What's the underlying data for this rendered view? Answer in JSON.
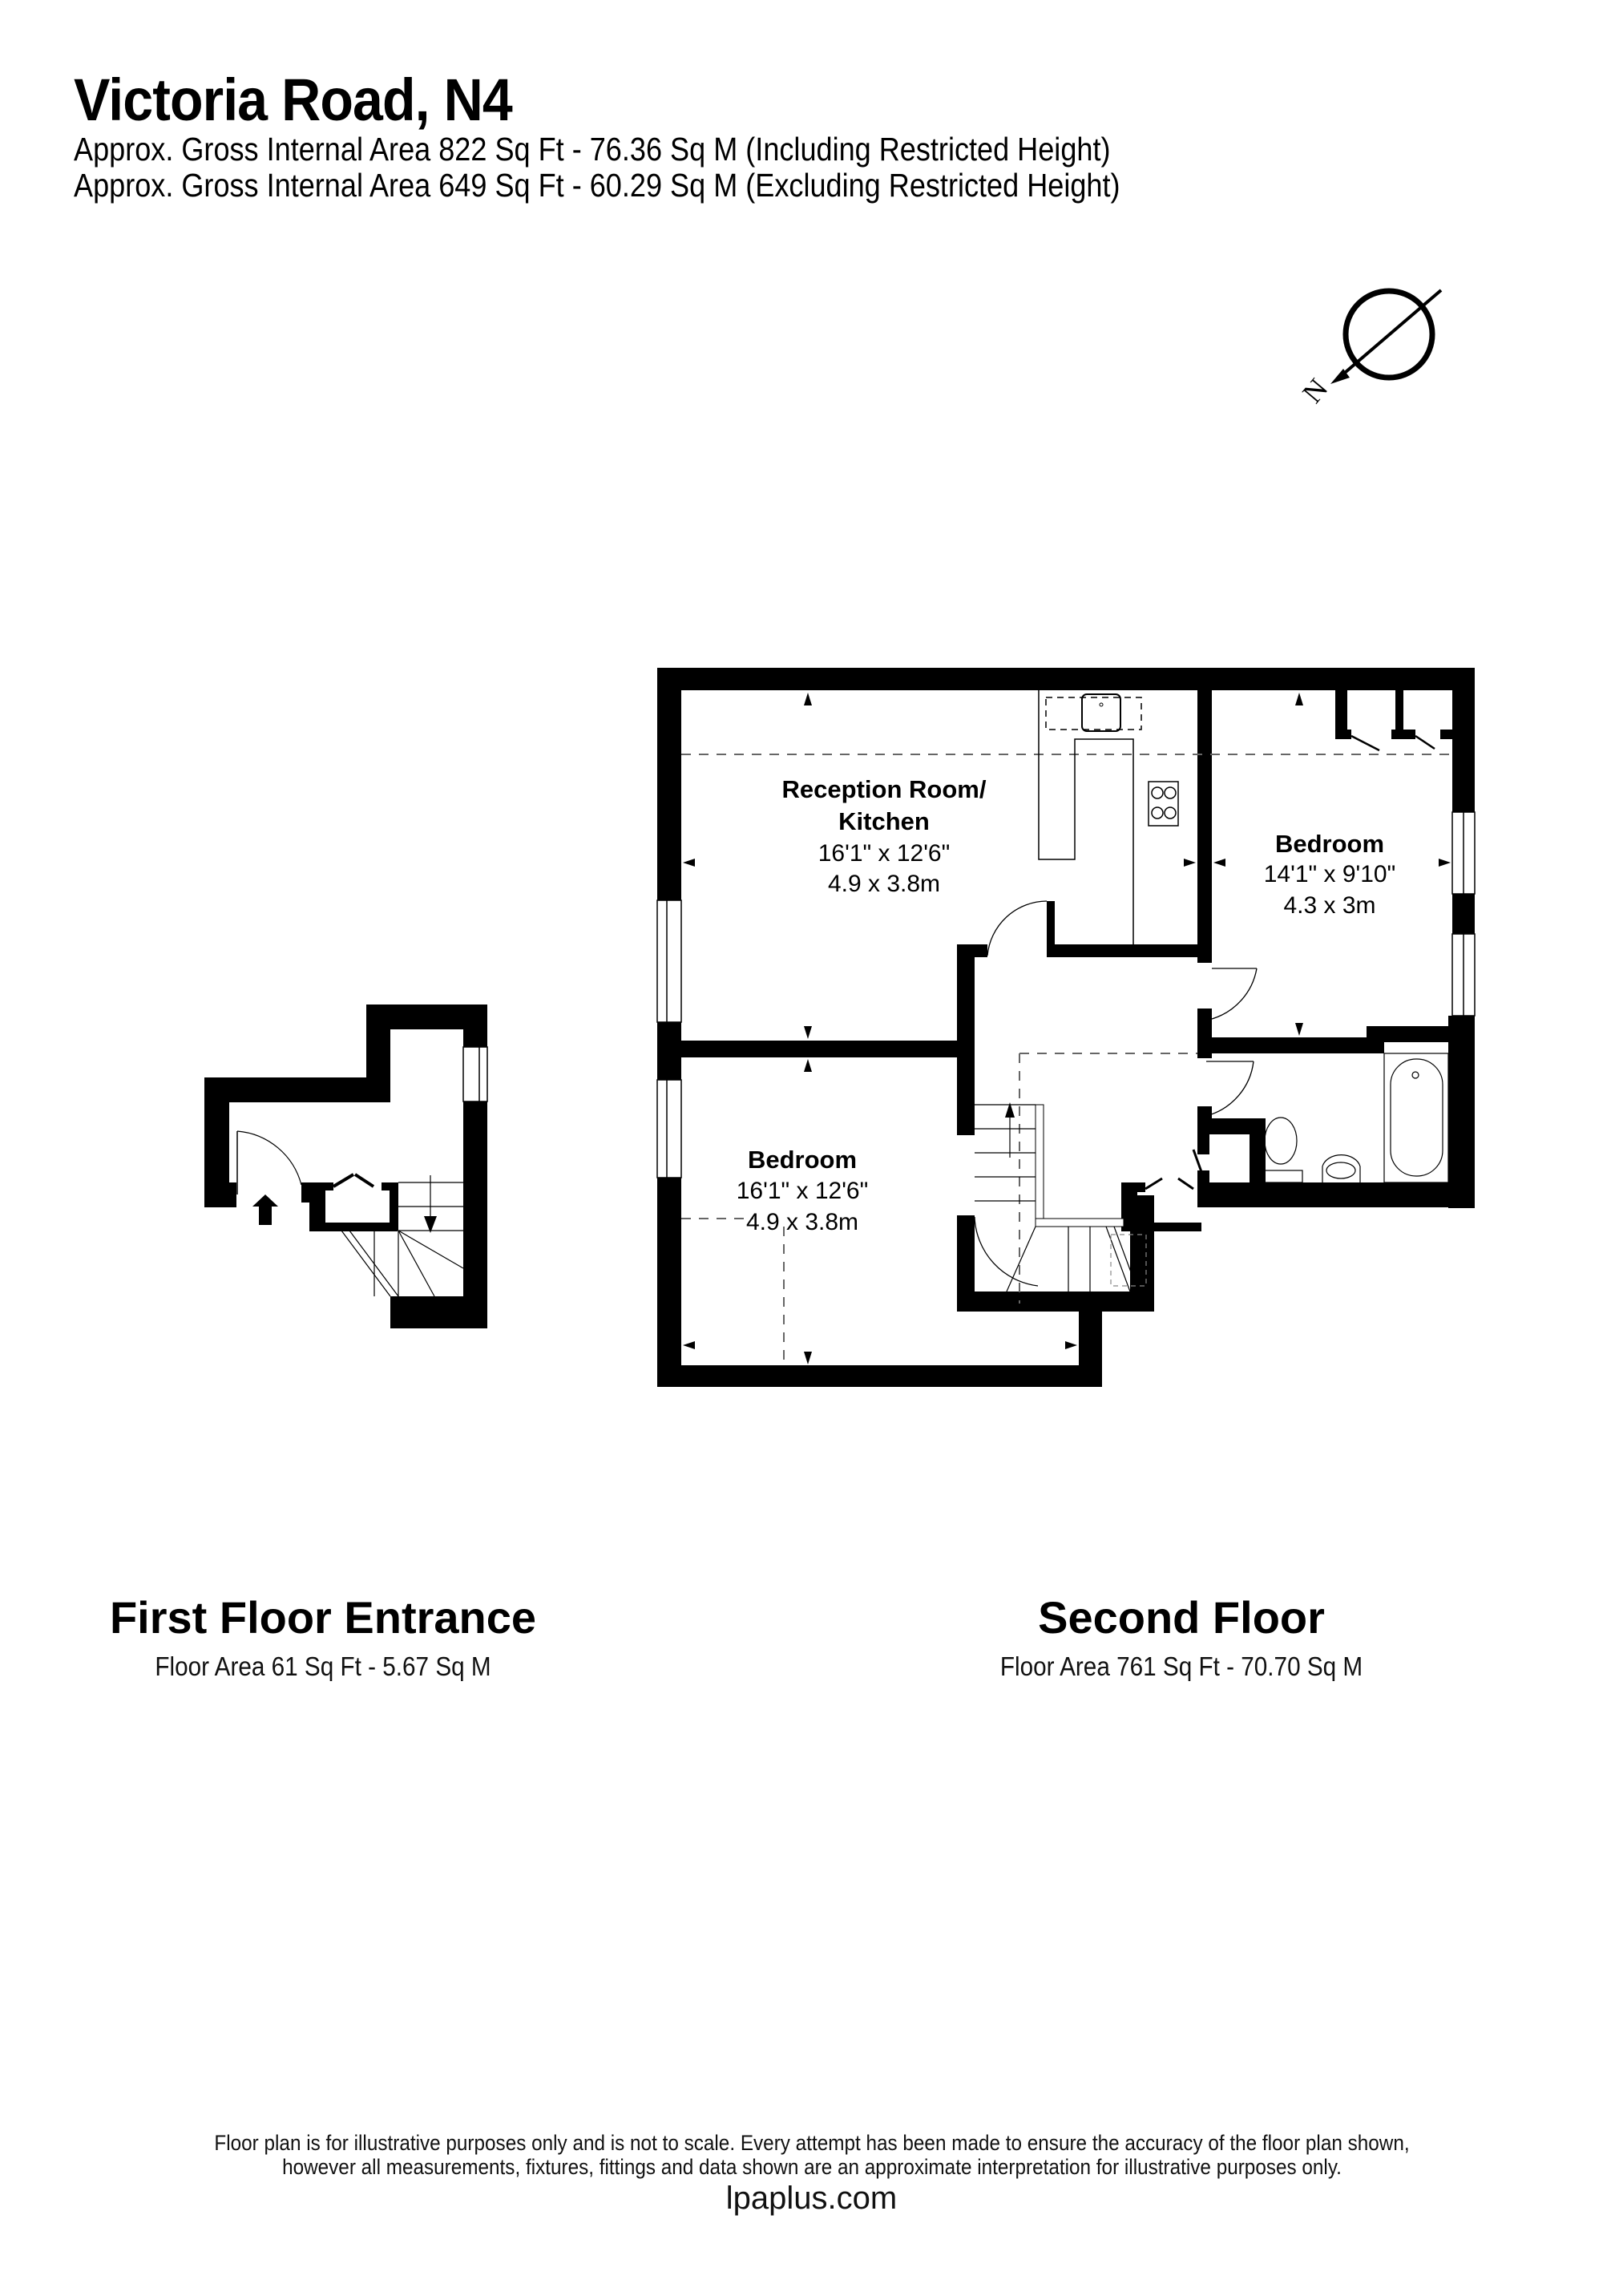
{
  "header": {
    "title": "Victoria Road, N4",
    "gia_including": "Approx. Gross Internal Area 822 Sq Ft - 76.36 Sq M (Including Restricted Height)",
    "gia_excluding": "Approx. Gross Internal Area 649 Sq Ft - 60.29 Sq M (Excluding Restricted Height)"
  },
  "compass": {
    "icon": "north-arrow-icon",
    "label": "N"
  },
  "floors": [
    {
      "name": "First Floor Entrance",
      "area": "Floor Area 61 Sq Ft - 5.67 Sq M",
      "rooms": []
    },
    {
      "name": "Second Floor",
      "area": "Floor Area 761 Sq Ft - 70.70 Sq M",
      "rooms": [
        {
          "name_line1": "Reception Room/",
          "name_line2": "Kitchen",
          "imperial": "16'1\" x 12'6\"",
          "metric": "4.9 x 3.8m"
        },
        {
          "name_line1": "Bedroom",
          "imperial": "14'1\" x 9'10\"",
          "metric": "4.3 x 3m"
        },
        {
          "name_line1": "Bedroom",
          "imperial": "16'1\" x 12'6\"",
          "metric": "4.9 x 3.8m"
        }
      ]
    }
  ],
  "footer": {
    "disclaimer_line1": "Floor plan is for illustrative purposes only and is not to scale. Every attempt has been made to ensure the accuracy of the floor plan shown,",
    "disclaimer_line2": "however all measurements, fixtures, fittings and data shown are an approximate interpretation for illustrative purposes only.",
    "website": "lpaplus.com"
  }
}
